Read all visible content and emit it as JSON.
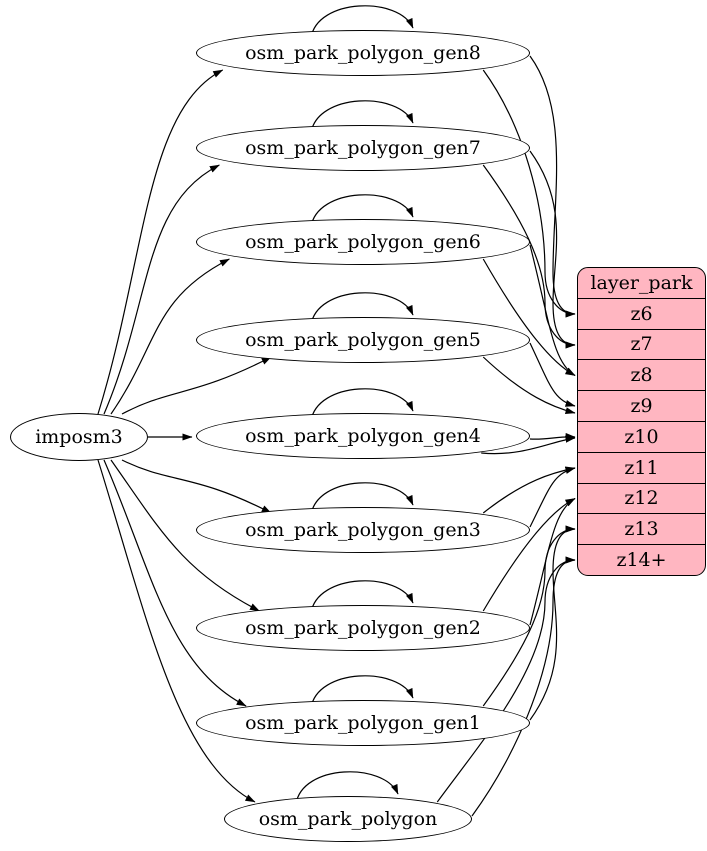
{
  "diagram": {
    "source_node": {
      "id": "imposm3",
      "label": "imposm3"
    },
    "tables": [
      {
        "id": "osm_park_polygon_gen8",
        "label": "osm_park_polygon_gen8"
      },
      {
        "id": "osm_park_polygon_gen7",
        "label": "osm_park_polygon_gen7"
      },
      {
        "id": "osm_park_polygon_gen6",
        "label": "osm_park_polygon_gen6"
      },
      {
        "id": "osm_park_polygon_gen5",
        "label": "osm_park_polygon_gen5"
      },
      {
        "id": "osm_park_polygon_gen4",
        "label": "osm_park_polygon_gen4"
      },
      {
        "id": "osm_park_polygon_gen3",
        "label": "osm_park_polygon_gen3"
      },
      {
        "id": "osm_park_polygon_gen2",
        "label": "osm_park_polygon_gen2"
      },
      {
        "id": "osm_park_polygon_gen1",
        "label": "osm_park_polygon_gen1"
      },
      {
        "id": "osm_park_polygon",
        "label": "osm_park_polygon"
      }
    ],
    "layer": {
      "title": "layer_park",
      "zoom_rows": [
        "z6",
        "z7",
        "z8",
        "z9",
        "z10",
        "z11",
        "z12",
        "z13",
        "z14+"
      ]
    },
    "edges": {
      "from_source": [
        "osm_park_polygon_gen8",
        "osm_park_polygon_gen7",
        "osm_park_polygon_gen6",
        "osm_park_polygon_gen5",
        "osm_park_polygon_gen4",
        "osm_park_polygon_gen3",
        "osm_park_polygon_gen2",
        "osm_park_polygon_gen1",
        "osm_park_polygon"
      ],
      "self_loops": [
        "osm_park_polygon_gen8",
        "osm_park_polygon_gen7",
        "osm_park_polygon_gen6",
        "osm_park_polygon_gen5",
        "osm_park_polygon_gen4",
        "osm_park_polygon_gen3",
        "osm_park_polygon_gen2",
        "osm_park_polygon_gen1",
        "osm_park_polygon"
      ],
      "to_layer": [
        {
          "from": "osm_park_polygon_gen8",
          "to": "z6"
        },
        {
          "from": "osm_park_polygon_gen7",
          "to": "z7"
        },
        {
          "from": "osm_park_polygon_gen6",
          "to": "z8"
        },
        {
          "from": "osm_park_polygon_gen5",
          "to": "z9"
        },
        {
          "from": "osm_park_polygon_gen4",
          "to": "z10"
        },
        {
          "from": "osm_park_polygon_gen3",
          "to": "z11"
        },
        {
          "from": "osm_park_polygon_gen2",
          "to": "z12"
        },
        {
          "from": "osm_park_polygon_gen1",
          "to": "z13"
        },
        {
          "from": "osm_park_polygon",
          "to": "z14+"
        }
      ]
    },
    "colors": {
      "layer_fill": "#ffb6c1",
      "node_fill": "#ffffff",
      "stroke": "#000000"
    }
  }
}
